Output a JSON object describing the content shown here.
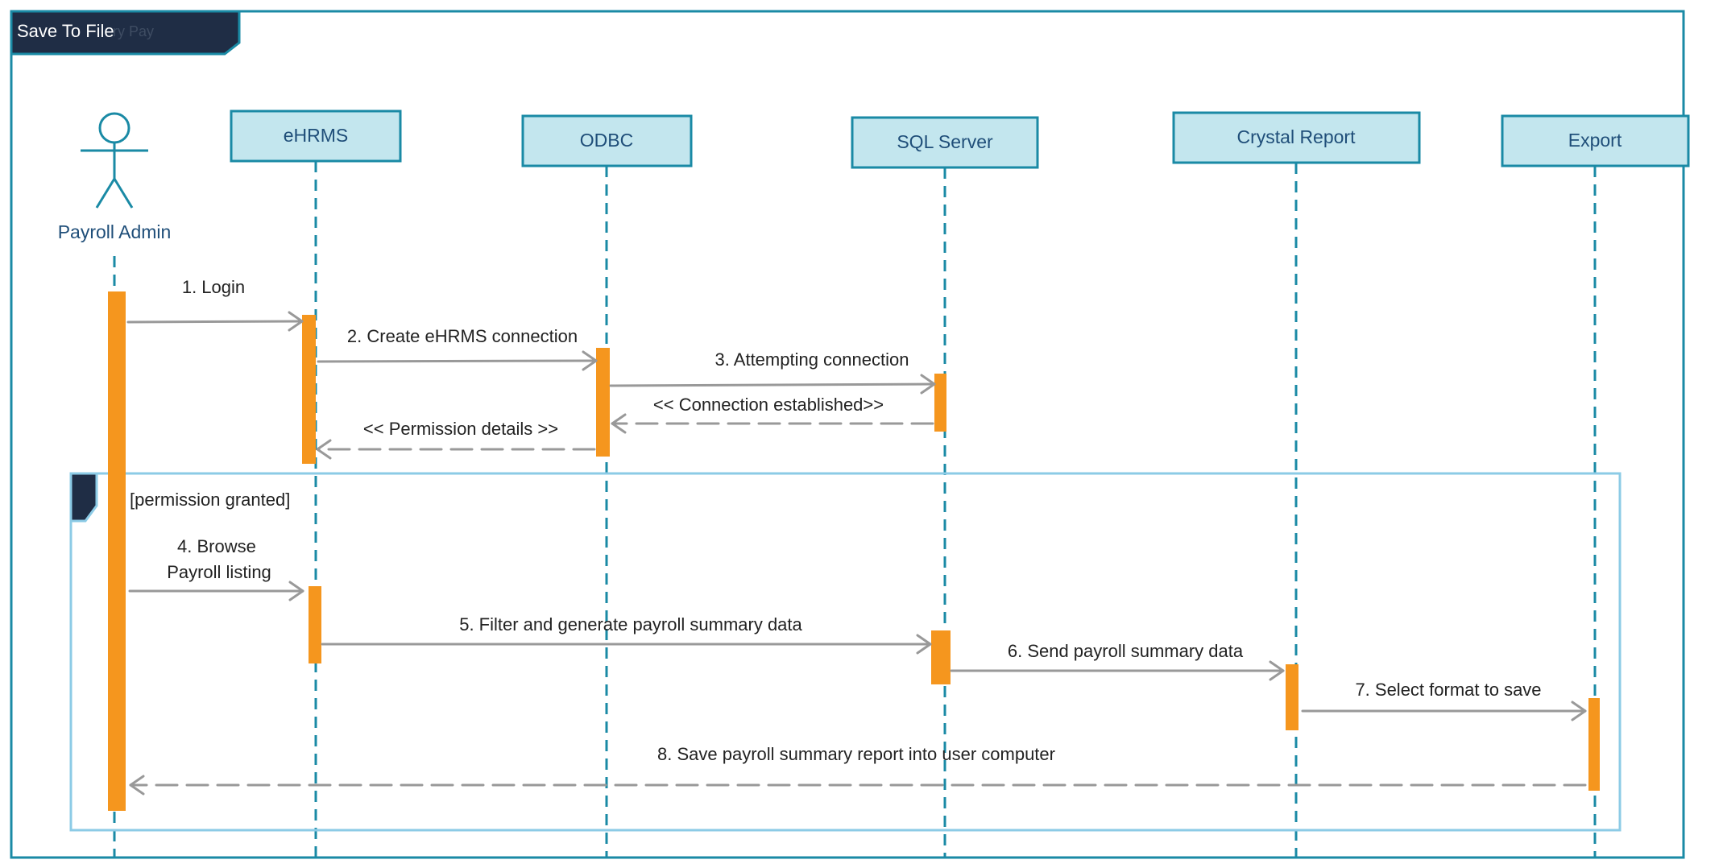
{
  "frame": {
    "title": "Save To File",
    "title_shadow": "ry Pay"
  },
  "actor": {
    "label": "Payroll Admin"
  },
  "lifelines": [
    "eHRMS",
    "ODBC",
    "SQL Server",
    "Crystal Report",
    "Export"
  ],
  "fragment": {
    "guard": "[permission granted]"
  },
  "messages": [
    {
      "lines": [
        "1. Login"
      ],
      "style": "solid"
    },
    {
      "lines": [
        "2. Create eHRMS connection"
      ],
      "style": "solid"
    },
    {
      "lines": [
        "3. Attempting connection"
      ],
      "style": "solid"
    },
    {
      "lines": [
        "<< Connection established>>"
      ],
      "style": "dashed"
    },
    {
      "lines": [
        "<< Permission details >>"
      ],
      "style": "dashed"
    },
    {
      "lines": [
        "4. Browse",
        "Payroll listing"
      ],
      "style": "solid"
    },
    {
      "lines": [
        "5. Filter and generate payroll summary data"
      ],
      "style": "solid"
    },
    {
      "lines": [
        "6. Send payroll summary data"
      ],
      "style": "solid"
    },
    {
      "lines": [
        "7. Select format to save"
      ],
      "style": "solid"
    },
    {
      "lines": [
        "8. Save payroll summary report into user computer"
      ],
      "style": "dashed"
    }
  ],
  "colors": {
    "frame_border": "#1a8aa5",
    "header_fill": "#1f2d45",
    "lifeline_box_fill": "#c3e6ee",
    "lifeline_box_border": "#1a8aa5",
    "lifeline_dash": "#1a8aa5",
    "activation": "#f5961e",
    "arrow": "#999999",
    "fragment_border": "#8ccbe6"
  }
}
